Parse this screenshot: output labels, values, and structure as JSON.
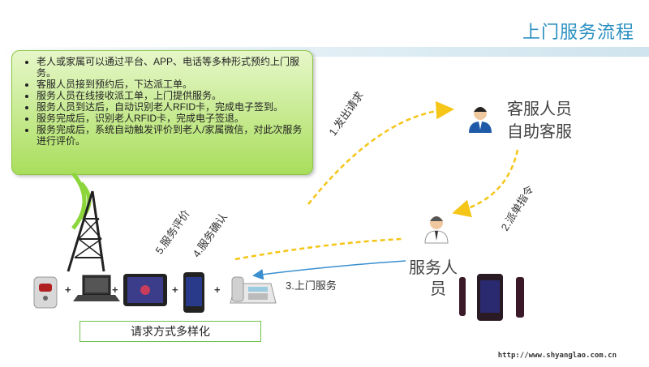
{
  "title": "上门服务流程",
  "info_items": [
    "老人或家属可以通过平台、APP、电话等多种形式预约上门服务。",
    "客服人员接到预约后，下达派工单。",
    "服务人员在线接收派工单，上门提供服务。",
    "服务人员到达后，自动识别老人RFID卡，完成电子签到。",
    "服务完成后，识别老人RFID卡，完成电子签退。",
    "服务完成后，系统自动触发评价到老人/家属微信，对此次服务进行评价。"
  ],
  "steps": {
    "s1": "1.发出请求",
    "s2": "2.派单指令",
    "s3": "3.上门服务",
    "s4": "4.服务确认",
    "s5": "5.服务评价"
  },
  "staff": {
    "cs_line1": "客服人员",
    "cs_line2": "自助客服",
    "worker_line1": "服务人",
    "worker_line2": "员"
  },
  "plus": "+",
  "request_box": "请求方式多样化",
  "url": "http://www.shyanglao.com.cn",
  "colors": {
    "title": "#2a8fc0",
    "arrow_dashed": "#f5c518",
    "arrow_solid": "#3a8fd0",
    "box_green": "#a9de5c"
  }
}
